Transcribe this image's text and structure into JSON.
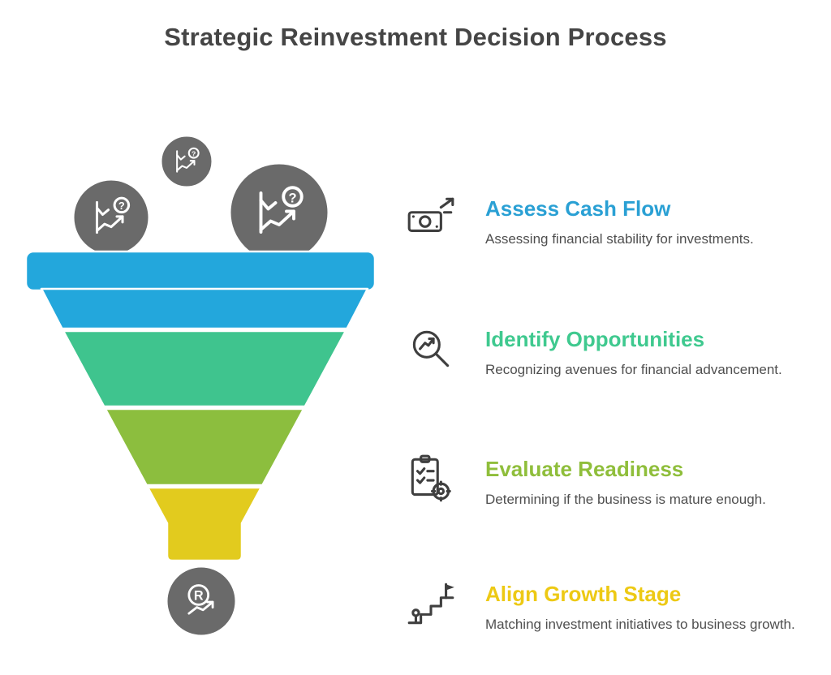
{
  "title": "Strategic Reinvestment Decision Process",
  "colors": {
    "title_text": "#454545",
    "body_text": "#4f4f4f",
    "circle_gray": "#6a6a6a",
    "icon_dark": "#3f3f3f"
  },
  "funnel": {
    "segments": [
      {
        "name": "assess-cash-flow",
        "color": "#23a7dc"
      },
      {
        "name": "identify-opportunities",
        "color": "#3fc48e"
      },
      {
        "name": "evaluate-readiness",
        "color": "#8cbe3e"
      },
      {
        "name": "align-growth-stage",
        "color": "#e2cb1e"
      }
    ],
    "top_icons": [
      {
        "name": "chart-question-icon-small"
      },
      {
        "name": "chart-question-icon-medium"
      },
      {
        "name": "chart-question-icon-large"
      }
    ],
    "bottom_icon": {
      "name": "reinvest-arrow-icon",
      "letter": "R"
    }
  },
  "steps": [
    {
      "heading": "Assess Cash Flow",
      "color": "#2aa0d4",
      "description": "Assessing financial stability for investments.",
      "icon": "cash-flow-icon"
    },
    {
      "heading": "Identify Opportunities",
      "color": "#3fc98f",
      "description": "Recognizing avenues for financial advancement.",
      "icon": "opportunity-search-icon"
    },
    {
      "heading": "Evaluate Readiness",
      "color": "#8fbe3b",
      "description": "Determining if the business is mature enough.",
      "icon": "readiness-checklist-icon"
    },
    {
      "heading": "Align Growth Stage",
      "color": "#edc914",
      "description": "Matching investment initiatives to business growth.",
      "icon": "growth-stage-icon"
    }
  ]
}
